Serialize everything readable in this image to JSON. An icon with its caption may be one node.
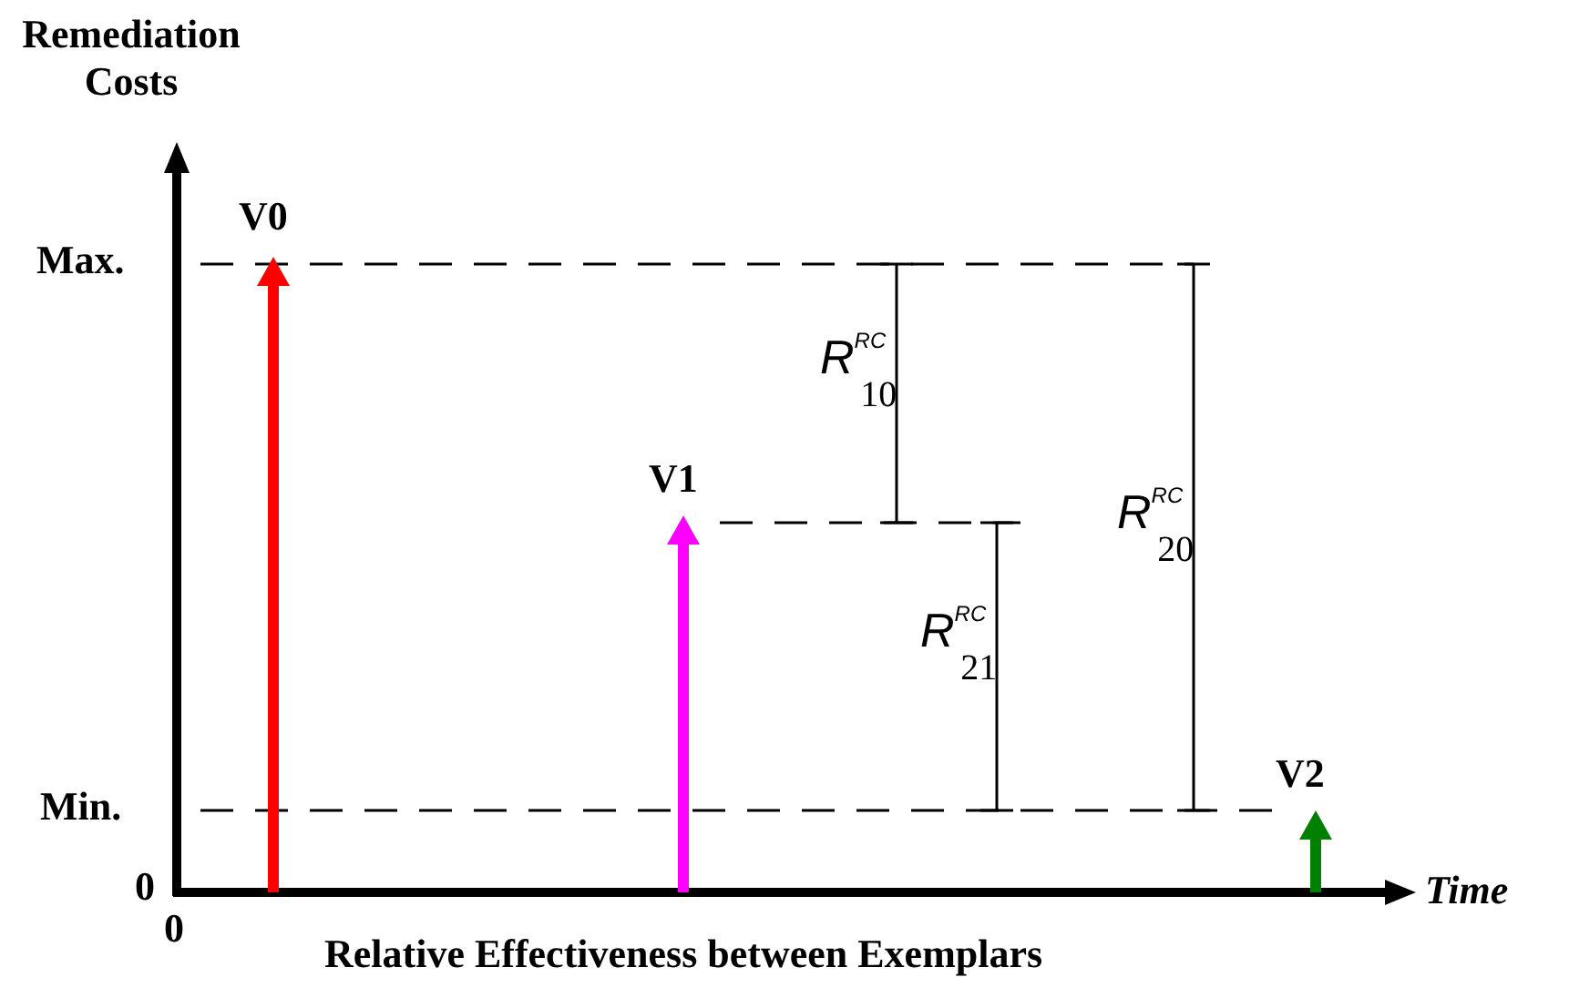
{
  "diagram": {
    "labels": [
      "Remediation Costs",
      "V0",
      "Max.",
      "V1",
      "*R*$^{RC}$$_{10}$",
      "*R*$^{RC}$$_{20}$",
      "*R*$^{RC}$$_{21}$",
      "Min.",
      "V2",
      "0",
      "*Time*",
      "0",
      "Relative Effectiveness between Exemplars"
    ]
  }
}
